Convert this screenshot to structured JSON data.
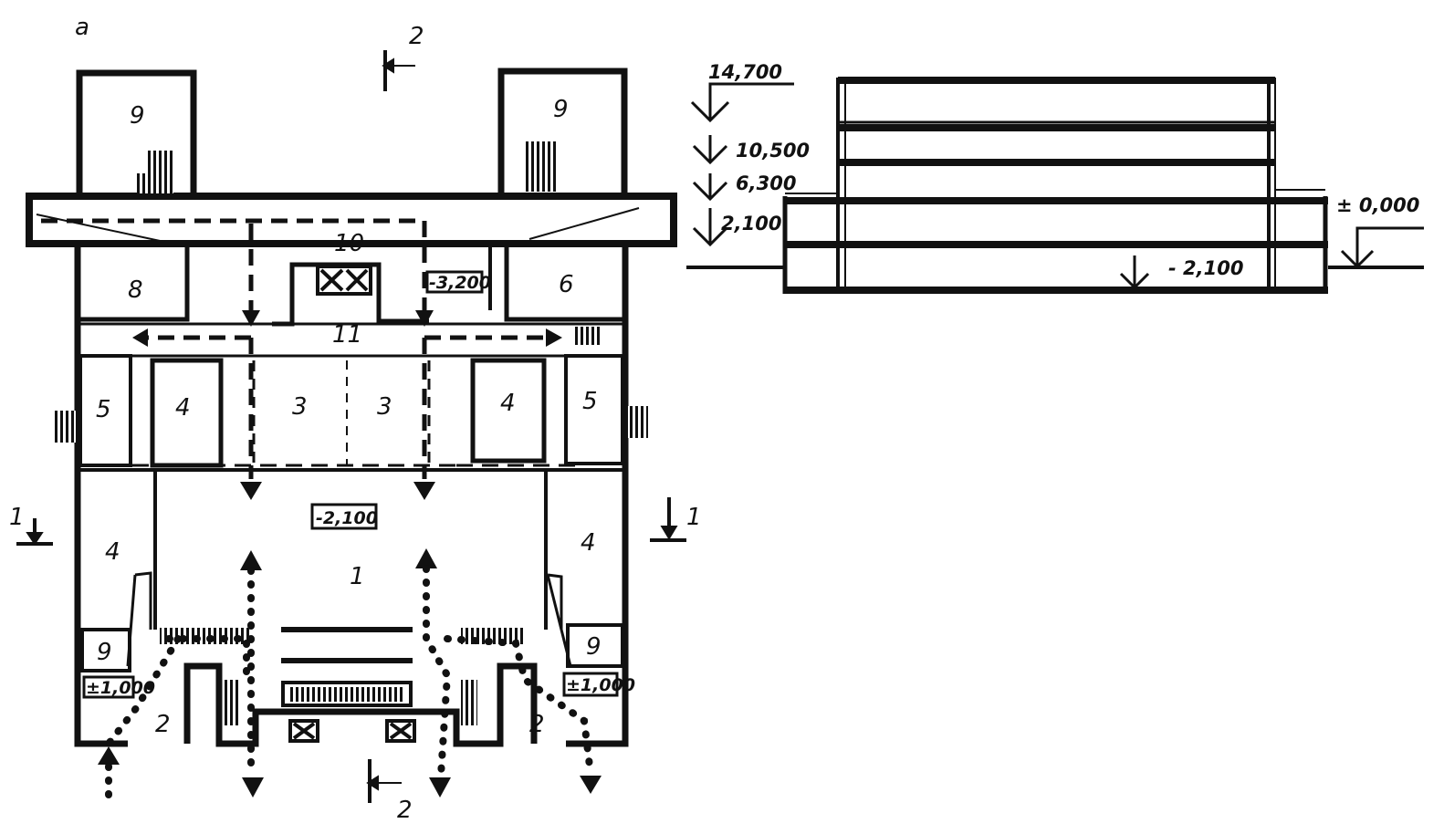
{
  "figure_label": "a",
  "plan": {
    "rooms": {
      "r1": "1",
      "r2_left": "2",
      "r2_right": "2",
      "r3_left": "3",
      "r3_right": "3",
      "r4_tl": "4",
      "r4_tr": "4",
      "r4_ml": "4",
      "r4_mr": "4",
      "r5_left": "5",
      "r5_right": "5",
      "r6": "6",
      "r8": "8",
      "r9_tl": "9",
      "r9_tr": "9",
      "r9_bl": "9",
      "r9_br": "9",
      "r10": "10",
      "r11": "11"
    },
    "level_boxes": {
      "center": "-2,100",
      "upper_right": "-3,200",
      "bottom_left": "±1,000",
      "bottom_right": "±1,000"
    },
    "section_marks": {
      "s1_left": "1",
      "s1_right": "1",
      "s2_top": "2",
      "s2_bottom": "2"
    }
  },
  "section": {
    "levels": {
      "l1": "14,700",
      "l2": "10,500",
      "l3": "6,300",
      "l4": "2,100",
      "ground": "± 0,000",
      "basement": "- 2,100"
    }
  },
  "colors": {
    "ink": "#111111",
    "paper": "#ffffff"
  }
}
